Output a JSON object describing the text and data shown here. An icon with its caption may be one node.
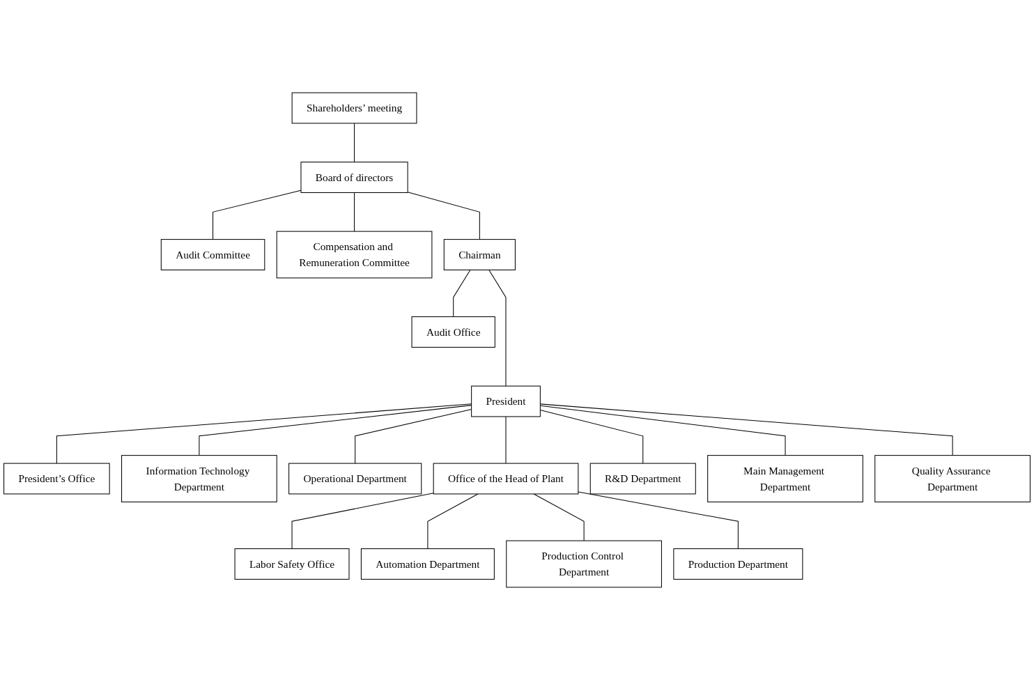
{
  "diagram": {
    "nodes": [
      {
        "text": [
          "Shareholders’ meeting"
        ]
      },
      {
        "text": [
          "Audit Committee"
        ]
      },
      {
        "text": [
          "Board of directors"
        ]
      },
      {
        "text": [
          "Compensation and Remuneration Committee"
        ]
      },
      {
        "text": [
          "Chairman"
        ]
      },
      {
        "text": [
          "Audit Office"
        ]
      },
      {
        "text": [
          "President"
        ]
      },
      {
        "text": [
          "President’s Office"
        ]
      },
      {
        "text": [
          "Information Technology Department"
        ]
      },
      {
        "text": [
          "Operational Department"
        ]
      },
      {
        "text": [
          "Office of the Head of Plant"
        ]
      },
      {
        "text": [
          "R&D Department"
        ]
      },
      {
        "text": [
          "Main Management Department"
        ]
      },
      {
        "text": [
          "Labor Safety Office"
        ]
      },
      {
        "text": [
          "Automation Department"
        ]
      },
      {
        "text": [
          "Production Control Department"
        ]
      },
      {
        "text": [
          "Production Department"
        ]
      },
      {
        "text": [
          "Quality Assurance Department"
        ]
      }
    ],
    "edges": [
      {
        "from": 0,
        "to": 2,
        "arrow": "none"
      },
      {
        "from": 2,
        "to": 1,
        "arrow": "none"
      },
      {
        "from": 2,
        "to": 3,
        "arrow": "none"
      },
      {
        "from": 2,
        "to": 4,
        "arrow": "none"
      },
      {
        "from": 4,
        "to": 5,
        "arrow": "none"
      },
      {
        "from": 4,
        "to": 6,
        "arrow": "none"
      },
      {
        "from": 6,
        "to": 7,
        "arrow": "none"
      },
      {
        "from": 6,
        "to": 8,
        "arrow": "none"
      },
      {
        "from": 6,
        "to": 9,
        "arrow": "none"
      },
      {
        "from": 6,
        "to": 10,
        "arrow": "none"
      },
      {
        "from": 6,
        "to": 11,
        "arrow": "none"
      },
      {
        "from": 6,
        "to": 17,
        "arrow": "none"
      },
      {
        "from": 6,
        "to": 12,
        "arrow": "none"
      },
      {
        "from": 10,
        "to": 13,
        "arrow": "none"
      },
      {
        "from": 10,
        "to": 14,
        "arrow": "none"
      },
      {
        "from": 10,
        "to": 15,
        "arrow": "none"
      },
      {
        "from": 10,
        "to": 16,
        "arrow": "none"
      }
    ]
  }
}
